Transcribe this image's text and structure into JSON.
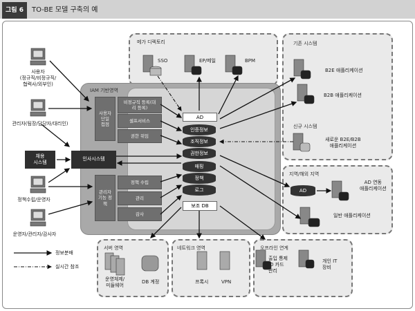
{
  "header": {
    "figure_label": "그림 6",
    "title": "TO-BE 모델 구축의 예"
  },
  "users": [
    {
      "label": "사용자\n(정규직/비정규직/\n협력사/외부인)",
      "icon": "computer-icon"
    },
    {
      "label": "관리자(팀장/담당자/대리인)",
      "icon": "computer-icon"
    },
    {
      "label": "정책수립/운영자",
      "icon": "computer-icon"
    },
    {
      "label": "운영자/관리자/감사자",
      "icon": "computer-icon"
    }
  ],
  "hiring_system": "채용\n시스템",
  "hr_system": "인사시스템",
  "iam": {
    "title": "IAM 기반영역",
    "sso_box": "사용자\n단일\n접점",
    "admin_box": "관리자\n기능 정\n책",
    "functions": [
      "비정규직 등록(대\n리 등록)",
      "셀프서비스",
      "권한 위임",
      "정책 수립",
      "관리",
      "감사"
    ],
    "ad": "AD",
    "dbs": [
      "인증정보",
      "조직정보",
      "권한정보",
      "매핑",
      "정책",
      "로그"
    ],
    "aux_db": "보조 DB"
  },
  "meta_directory": {
    "title": "메가 디렉토리",
    "items": [
      "SSO",
      "EP/메일",
      "BPM"
    ]
  },
  "existing_systems": {
    "title": "기존 시스템",
    "items": [
      "B2E 애플리케이션",
      "B2B 애플리케이션"
    ]
  },
  "new_systems": {
    "title": "신규 시스템",
    "items": [
      "새로운 B2E/B2B\n애플리케이션"
    ]
  },
  "regional": {
    "title": "지역/해외 지역",
    "ad": "AD",
    "items": [
      "AD 연동\n애플리케이션",
      "일반 애플리케이션"
    ]
  },
  "server_zone": {
    "title": "서버 영역",
    "items": [
      "운영체제/\n미들웨어",
      "DB 계정"
    ]
  },
  "network_zone": {
    "title": "네트워크 영역",
    "items": [
      "프록시",
      "VPN"
    ]
  },
  "offline_zone": {
    "title": "오프라인 연계",
    "items": [
      "출입 통제\nID 카드\n관리",
      "개인 IT\n장비"
    ]
  },
  "legend": {
    "solid": "정보분배",
    "dashed": "실시간 참조"
  }
}
